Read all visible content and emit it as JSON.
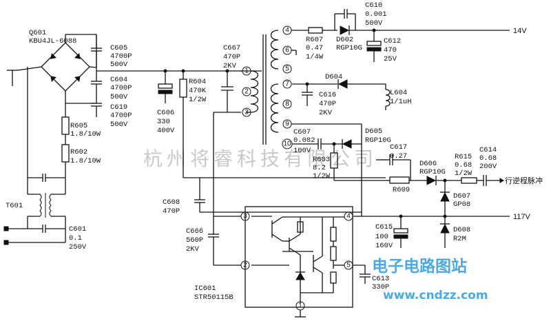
{
  "watermark": {
    "company": "杭州将睿科技有限公司",
    "site_cn": "电子电路图站",
    "site_url": "www.cndzz.com"
  },
  "components": {
    "q601": [
      "Q601",
      "KBU4JL-6088"
    ],
    "c605": [
      "C605",
      "4700P",
      "500V"
    ],
    "c604": [
      "C604",
      "4700P",
      "500V"
    ],
    "c619": [
      "C619",
      "4700P",
      "500V"
    ],
    "r605": [
      "R605",
      "1.8/10W"
    ],
    "r602": [
      "R602",
      "1.8/10W"
    ],
    "t601": [
      "T601"
    ],
    "c601": [
      "C601",
      "0.1",
      "250V"
    ],
    "c606": [
      "C606",
      "330",
      "400V"
    ],
    "r604": [
      "R604",
      "470K",
      "1/2W"
    ],
    "c667": [
      "C667",
      "470P",
      "2KV"
    ],
    "c608": [
      "C608",
      "470P"
    ],
    "c666": [
      "C666",
      "560P",
      "2KV"
    ],
    "ic601": [
      "IC601",
      "STR50115B"
    ],
    "r607": [
      "R607",
      "0.47",
      "1/4W"
    ],
    "c610": [
      "C610",
      "0.001",
      "500V"
    ],
    "d602": [
      "D602",
      "RGP10G"
    ],
    "c612": [
      "C612",
      "470",
      "25V"
    ],
    "d604": [
      "D604"
    ],
    "c616": [
      "C616",
      "470P",
      "2KV"
    ],
    "l604": [
      "L604",
      "1/1uH"
    ],
    "c607": [
      "C607",
      "0.082",
      "100V"
    ],
    "d605": [
      "D605",
      "RGP10G"
    ],
    "r603": [
      "R603",
      "8.2",
      "1/2W"
    ],
    "c617": [
      "C617",
      "0.27"
    ],
    "r609": [
      "R609"
    ],
    "d606": [
      "D606",
      "RGP10G"
    ],
    "r615": [
      "R615",
      "0.68",
      "1/2W"
    ],
    "c614": [
      "C614",
      "0.68",
      "200V"
    ],
    "d607": [
      "D607",
      "GP08"
    ],
    "c615": [
      "C615",
      "100",
      "160V"
    ],
    "d608": [
      "D608",
      "R2M"
    ],
    "c613": [
      "C613",
      "330P"
    ]
  },
  "outputs": {
    "v14": "14V",
    "pulse": "行逆程脉冲",
    "v117": "117V"
  },
  "transformer_pins": [
    "1",
    "2",
    "3",
    "4",
    "5",
    "6",
    "7",
    "8",
    "9",
    "10"
  ],
  "ic_pins": [
    "1",
    "2",
    "3",
    "4",
    "5"
  ]
}
